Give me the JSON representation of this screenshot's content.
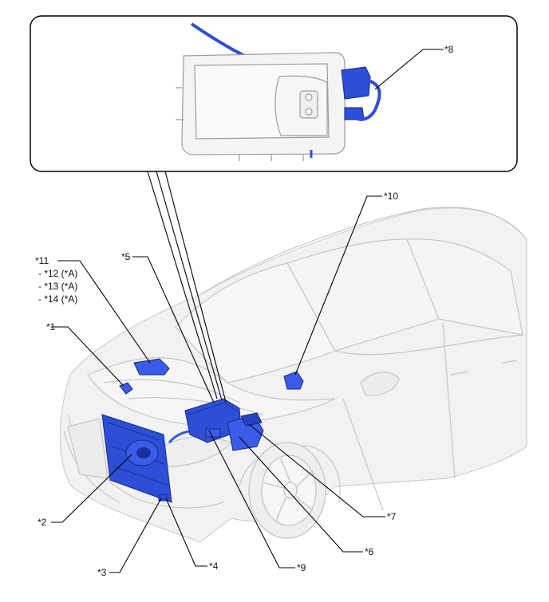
{
  "callouts": {
    "c1": "*1",
    "c2": "*2",
    "c3": "*3",
    "c4": "*4",
    "c5": "*5",
    "c6": "*6",
    "c7": "*7",
    "c8": "*8",
    "c9": "*9",
    "c10": "*10",
    "c11": "*11",
    "c12": "- *12 (*A)",
    "c13": "- *13 (*A)",
    "c14": "- *14 (*A)"
  },
  "colors": {
    "component": "#2d4fd6",
    "component_dark": "#1a2f9e",
    "car_line": "#c8c8c8",
    "leader": "#000000"
  }
}
